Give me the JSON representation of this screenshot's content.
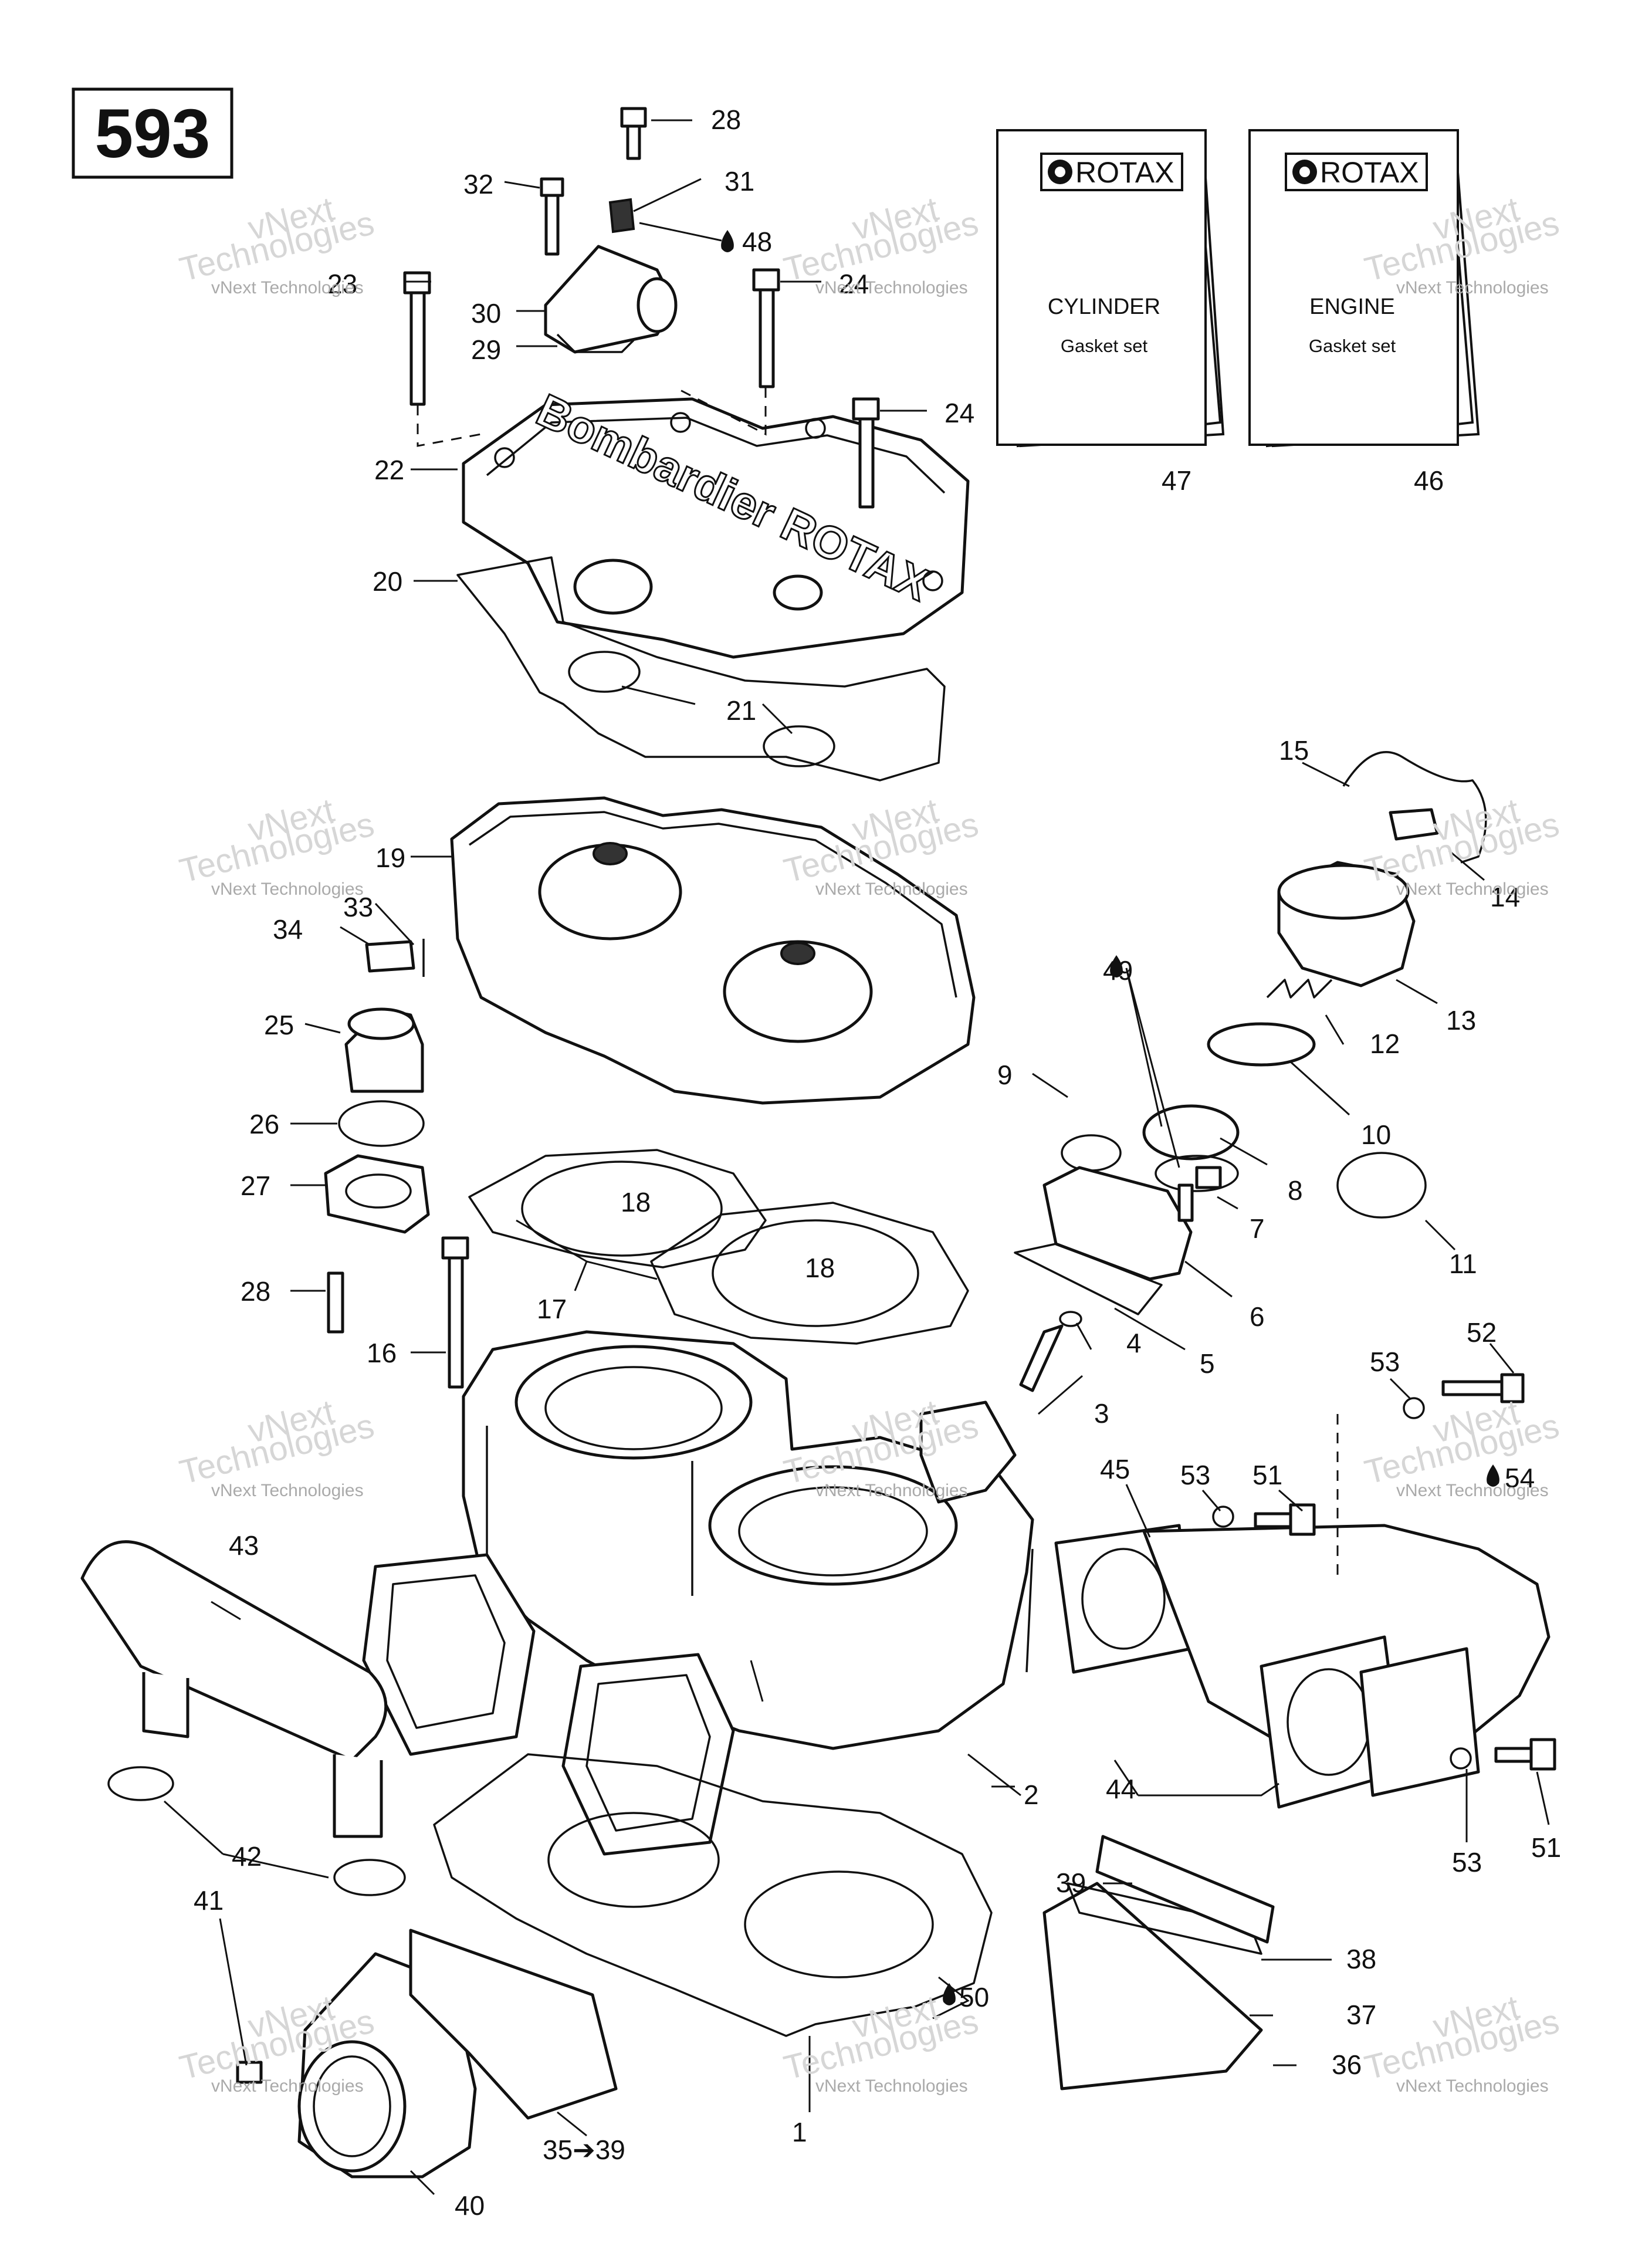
{
  "plate_number": "593",
  "brand": "ROTAX",
  "gasket_books": [
    {
      "id": "book-cylinder",
      "title": "CYLINDER",
      "subtitle": "Gasket set",
      "callout": "47"
    },
    {
      "id": "book-engine",
      "title": "ENGINE",
      "subtitle": "Gasket set",
      "callout": "46"
    }
  ],
  "head_cast_text": "Bombardier ROTAX",
  "watermark": {
    "line1": "vNext Technologies",
    "line2": "Technologies",
    "line3": "vNext"
  },
  "callouts": {
    "c1": "1",
    "c2": "2",
    "c3": "3",
    "c4": "4",
    "c5": "5",
    "c6": "6",
    "c7": "7",
    "c8": "8",
    "c9": "9",
    "c10": "10",
    "c11": "11",
    "c12": "12",
    "c13": "13",
    "c14": "14",
    "c15": "15",
    "c16": "16",
    "c17": "17",
    "c18a": "18",
    "c18b": "18",
    "c19": "19",
    "c20": "20",
    "c21": "21",
    "c22": "22",
    "c23": "23",
    "c24a": "24",
    "c24b": "24",
    "c25": "25",
    "c26": "26",
    "c27": "27",
    "c28a": "28",
    "c28b": "28",
    "c29": "29",
    "c30": "30",
    "c31": "31",
    "c32": "32",
    "c33": "33",
    "c34": "34",
    "c35": "35➔39",
    "c36": "36",
    "c37": "37",
    "c38": "38",
    "c39": "39",
    "c40": "40",
    "c41": "41",
    "c42": "42",
    "c43": "43",
    "c44": "44",
    "c45": "45",
    "c46": "46",
    "c47": "47",
    "c48": "48",
    "c49": "49",
    "c50": "50",
    "c51a": "51",
    "c51b": "51",
    "c52": "52",
    "c53a": "53",
    "c53b": "53",
    "c53c": "53",
    "c54": "54"
  }
}
